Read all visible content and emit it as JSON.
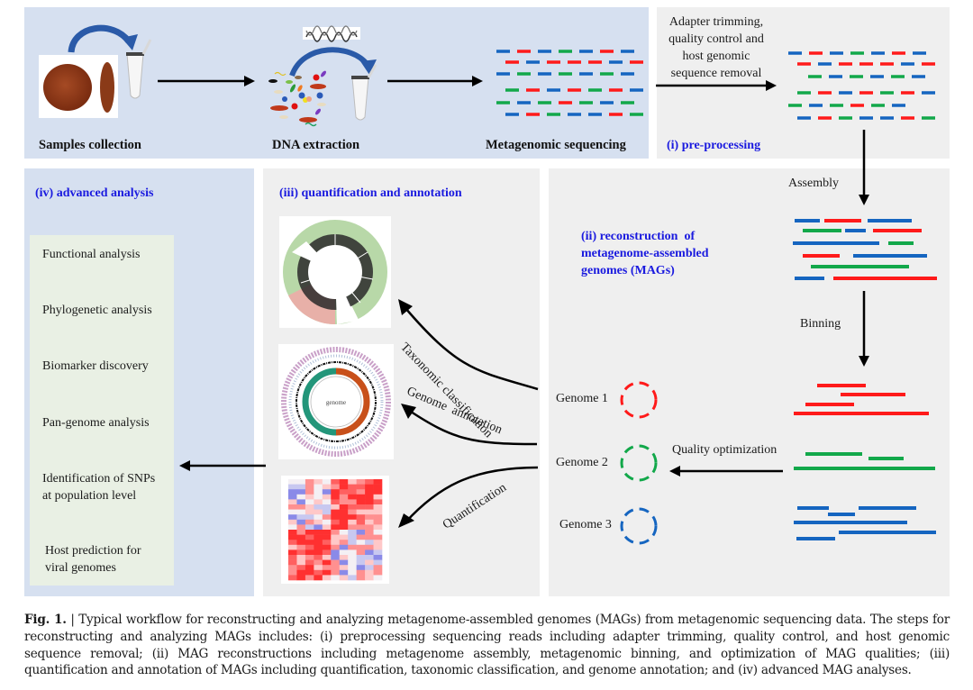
{
  "top_row": {
    "samples_collection": "Samples collection",
    "dna_extraction": "DNA extraction",
    "metagenomic_sequencing": "Metagenomic sequencing"
  },
  "preprocessing": {
    "step_text_lines": [
      "Adapter trimming,",
      "quality control and",
      "host genomic",
      "sequence removal"
    ],
    "title": "(i) pre-processing"
  },
  "reconstruction": {
    "title_lines": [
      "(ii) reconstruction  of",
      "metagenome-assembled",
      "genomes (MAGs)"
    ],
    "assembly_label": "Assembly",
    "binning_label": "Binning",
    "quality_label": "Quality optimization",
    "genomes": [
      {
        "label": "Genome 1",
        "color": "#ff1a1a"
      },
      {
        "label": "Genome 2",
        "color": "#12a84a"
      },
      {
        "label": "Genome 3",
        "color": "#1565c0"
      }
    ]
  },
  "quantification": {
    "title": "(iii) quantification and annotation",
    "taxonomic_label": "Taxonomic classification",
    "annotation_label": "Genome  annotation",
    "quantification_label": "Quantification",
    "genome_center_label": "genome"
  },
  "advanced": {
    "title": "(iv) advanced analysis",
    "items": [
      [
        "Functional analysis"
      ],
      [
        "Phylogenetic analysis"
      ],
      [
        "Biomarker discovery"
      ],
      [
        "Pan-genome analysis"
      ],
      [
        "Identification of SNPs",
        "at population level"
      ],
      [
        "Host prediction for",
        "viral genomes"
      ]
    ]
  },
  "caption": {
    "fig_label": "Fig. 1.",
    "separator": " | ",
    "text": "Typical workflow for reconstructing and analyzing metagenome-assembled genomes (MAGs) from metagenomic sequencing data. The steps for reconstructing and analyzing MAGs includes: (i) preprocessing sequencing reads including adapter trimming, quality control, and host genomic sequence removal; (ii) MAG reconstructions including metagenome assembly, metagenomic binning, and optimization of MAG qualities; (iii) quantification and annotation of MAGs including quantification, taxonomic classification, and genome annotation; and (iv) advanced MAG analyses."
  },
  "colors": {
    "read_blue": "#1565c0",
    "read_red": "#ff1a1a",
    "read_green": "#12a84a",
    "section_title": "#1a1adf",
    "panel_blue": "#d6e0f0",
    "panel_gray": "#efefef"
  },
  "reads": {
    "raw": [
      [
        "b",
        "r",
        "b",
        "g",
        "b",
        "r",
        "b"
      ],
      [
        "r",
        "b",
        "r",
        "r",
        "r",
        "b",
        "r"
      ],
      [
        "b",
        "g",
        "b",
        "g",
        "b",
        "g",
        "b"
      ],
      [
        "g",
        "r",
        "b",
        "r",
        "g",
        "r",
        "b"
      ],
      [
        "g",
        "b",
        "g",
        "r",
        "g",
        "b",
        "g"
      ],
      [
        "b",
        "r",
        "g",
        "b",
        "b",
        "r",
        "g"
      ]
    ],
    "cleaned": [
      [
        "b",
        "r",
        "b",
        "g",
        "b",
        "r",
        "b"
      ],
      [
        "r",
        "b",
        "r",
        "r",
        "r",
        "b",
        "r"
      ],
      [
        "g",
        "b",
        "g",
        "b",
        "g",
        "b"
      ],
      [
        "g",
        "r",
        "b",
        "r",
        "g",
        "r",
        "b"
      ],
      [
        "g",
        "b",
        "g",
        "r",
        "g",
        "b"
      ],
      [
        "b",
        "r",
        "g",
        "b",
        "b",
        "r",
        "g"
      ]
    ]
  }
}
